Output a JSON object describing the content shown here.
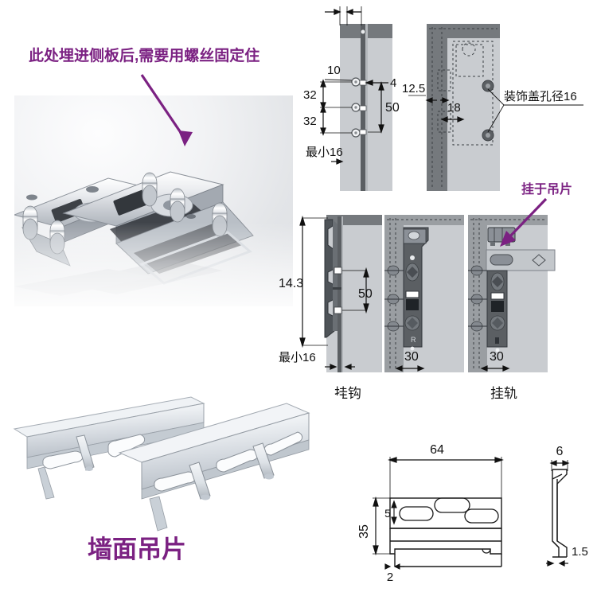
{
  "annotations": {
    "top_note": "此处埋进侧板后,需要用螺丝固定住",
    "hang_note": "挂于吊片",
    "wall_note": "墙面吊片"
  },
  "captions": {
    "hook": "挂钩",
    "rail": "挂轨"
  },
  "colors": {
    "annotation_purple": "#7b2182",
    "drawing_dark": "#5b5f63",
    "drawing_mid": "#9a9ea2",
    "drawing_light": "#c9ccd0",
    "drawing_pale": "#dcdee1",
    "line": "#1a1a1a"
  },
  "drawings": {
    "side_panel_drilling": {
      "title_hidden": "",
      "dimensions": {
        "edge_distance": "10",
        "hole_pitch_upper": "32",
        "hole_pitch_lower": "32",
        "slot_offset": "4",
        "total_span": "50",
        "min_thickness": "最小16"
      }
    },
    "cover_cap_detail": {
      "dimensions": {
        "front_offset": "12.5",
        "hole_spacing": "18",
        "cover_hole": "装饰盖孔径16"
      }
    },
    "hook_side_view": {
      "dimensions": {
        "height": "14.3",
        "span": "50",
        "min_thickness": "最小16"
      }
    },
    "hook_front_view": {
      "dimensions": {
        "width": "30"
      }
    },
    "rail_front_view": {
      "dimensions": {
        "width": "30"
      }
    },
    "wall_plate": {
      "dimensions": {
        "length": "64",
        "height": "35",
        "slot_height": "5",
        "lip": "2",
        "profile_top": "6",
        "profile_bottom": "1.5"
      }
    }
  }
}
